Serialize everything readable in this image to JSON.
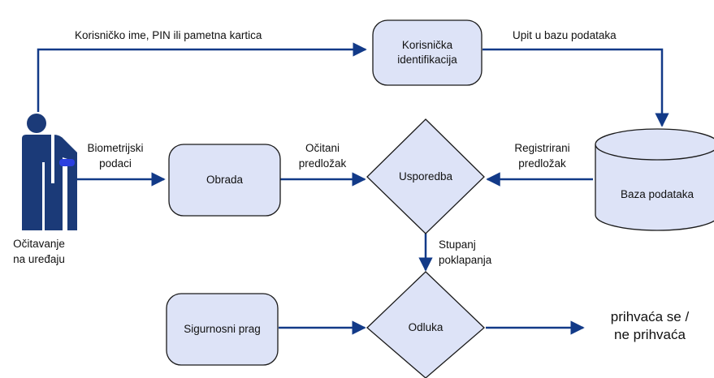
{
  "nodes": {
    "user": {
      "label": "Očitavanje\nna uređaju"
    },
    "identification": {
      "label": "Korisnička\nidentifikacija"
    },
    "processing": {
      "label": "Obrada"
    },
    "comparison": {
      "label": "Usporedba"
    },
    "database": {
      "label": "Baza podataka"
    },
    "threshold": {
      "label": "Sigurnosni prag"
    },
    "decision": {
      "label": "Odluka"
    },
    "result": {
      "label": "prihvaća se /\nne prihvaća"
    }
  },
  "edges": {
    "credentials": "Korisničko ime, PIN ili pametna kartica",
    "db_query": "Upit u bazu podataka",
    "biometric": "Biometrijski\npodaci",
    "read_template": "Očitani\npredložak",
    "registered_template": "Registrirani\npredložak",
    "match_score": "Stupanj\npoklapanja"
  },
  "colors": {
    "line": "#123a88",
    "node_fill": "#dde3f7",
    "node_stroke": "#1a1a1a",
    "person": "#1b3a78",
    "wristband": "#2a3fe0"
  }
}
